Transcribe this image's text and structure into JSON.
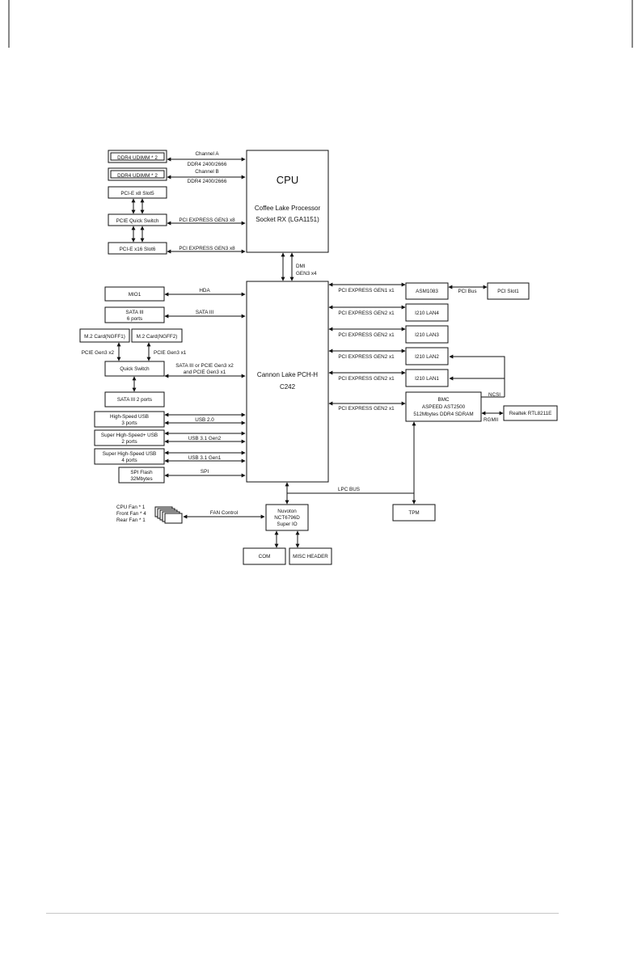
{
  "cpu": {
    "title": "CPU",
    "line1": "Coffee Lake Processor",
    "line2": "Socket RX (LGA1151)"
  },
  "pch": {
    "line1": "Cannon Lake PCH-H",
    "line2": "C242"
  },
  "dmi": {
    "line1": "DMI",
    "line2": "GEN3 x4"
  },
  "dimm_a": "DDR4 UDIMM * 2",
  "dimm_b": "DDR4 UDIMM * 2",
  "channel_a": {
    "name": "Channel A",
    "speed": "DDR4 2400/2666"
  },
  "channel_b": {
    "name": "Channel B",
    "speed": "DDR4 2400/2666"
  },
  "pcie_x8_slot5": "PCI-E x8 Slot5",
  "pcie_quick_switch": "PCIE Quick Switch",
  "pcie_x16_slot6": "PCI-E x16 Slot6",
  "cpu_pcie_link": "PCI EXPRESS GEN3 x8",
  "mio": {
    "box": "MIO1",
    "link": "HDA"
  },
  "sata_main": {
    "line1": "SATA III",
    "line2": "6 ports",
    "link": "SATA III"
  },
  "m2": {
    "card1": "M.2 Card(NGFF1)",
    "card2": "M.2 Card(NGFF2)",
    "link1": "PCIE Gen3 x2",
    "link2": "PCIE Gen3 x1"
  },
  "quick_switch": {
    "box": "Quick Switch",
    "link1": "SATA III or PCIE Gen3 x2",
    "link2": "and PCIE Gen3 x1"
  },
  "sata_2": "SATA III 2 ports",
  "usb_hs": {
    "line1": "High-Speed USB",
    "line2": "3 ports",
    "link": "USB 2.0"
  },
  "usb_ssp": {
    "line1": "Super High-Speed+ USB",
    "line2": "2 ports",
    "link": "USB 3.1 Gen2"
  },
  "usb_ss": {
    "line1": "Super High-Speed USB",
    "line2": "4 ports",
    "link": "USB 3.1 Gen1"
  },
  "spi": {
    "line1": "SPI Flash",
    "line2": "32Mbytes",
    "link": "SPI"
  },
  "right": {
    "link_gen1": "PCI EXPRESS GEN1 x1",
    "link_gen2": "PCI EXPRESS GEN2 x1",
    "asm": "ASM1083",
    "pci_bus": "PCI Bus",
    "pci_slot": "PCI Slot1",
    "lan4": "I210 LAN4",
    "lan3": "I210 LAN3",
    "lan2": "I210 LAN2",
    "lan1": "I210 LAN1",
    "ncsi": "NCSI",
    "bmc1": "BMC",
    "bmc2": "ASPEED AST2500",
    "bmc3": "512Mbytes DDR4 SDRAM",
    "rgmii": "RGMII",
    "realtek": "Realtek RTL8211E"
  },
  "lpc_bus": "LPC BUS",
  "tpm": "TPM",
  "superio": {
    "line1": "Nuvoton",
    "line2": "NCT6796D",
    "line3": "Super IO"
  },
  "fans": {
    "cpu": "CPU Fan * 1",
    "front": "Front Fan * 4",
    "rear": "Rear Fan * 1",
    "link": "FAN Control"
  },
  "com": "COM",
  "misc": "MISC HEADER"
}
